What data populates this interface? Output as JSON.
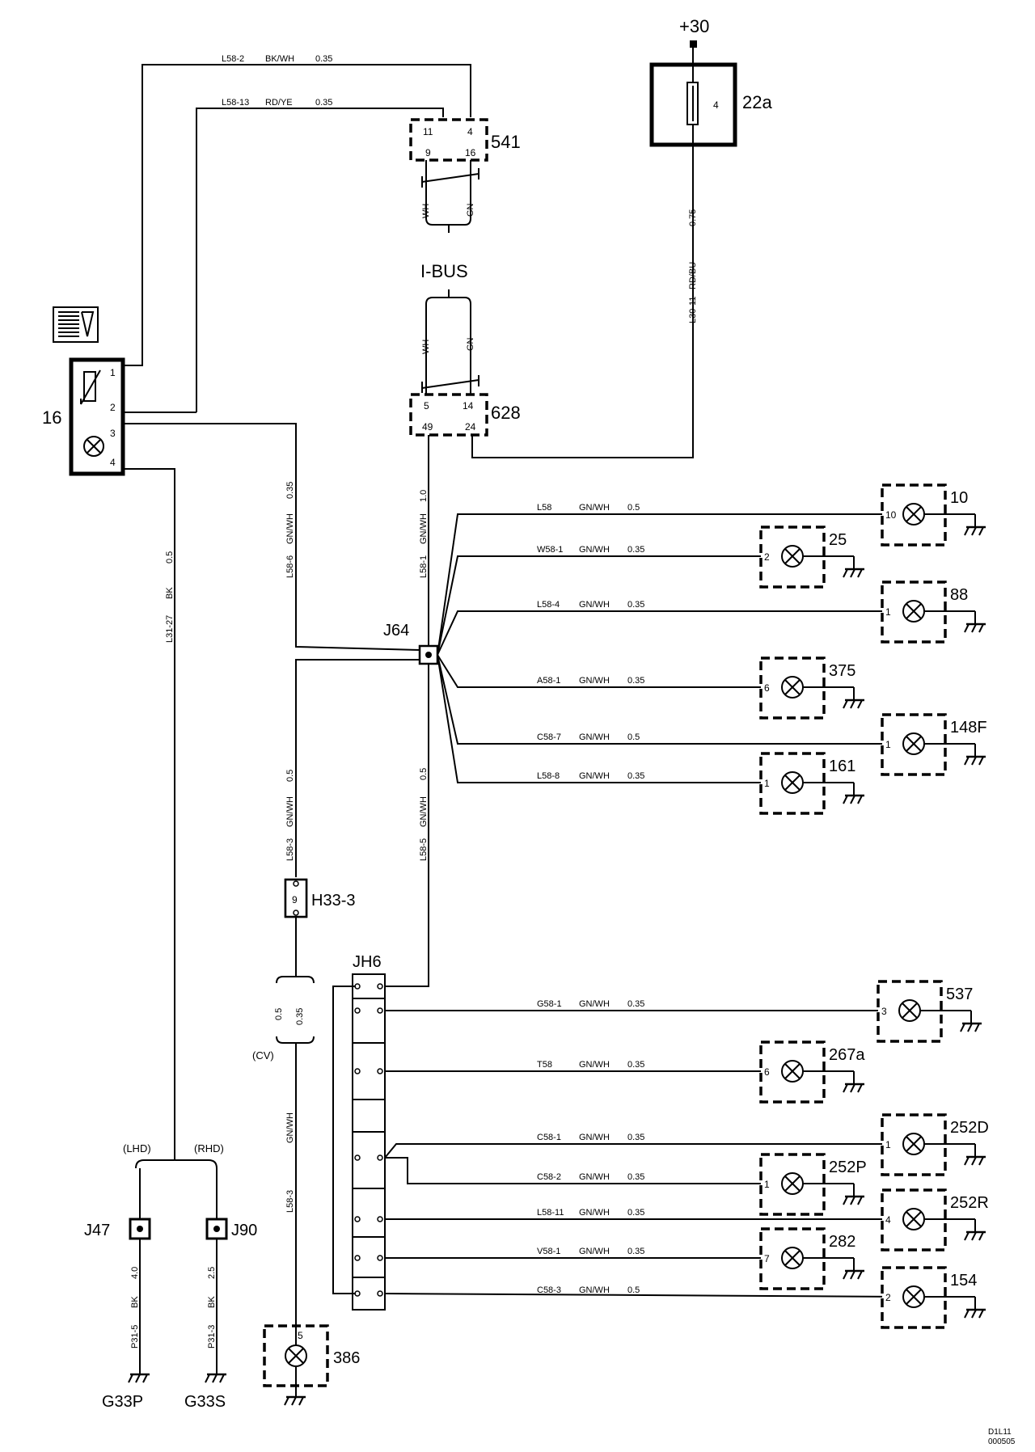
{
  "supply": "+30",
  "fuse": {
    "ref": "22a",
    "pin": "4"
  },
  "feed_wire": {
    "id": "L30-11",
    "color": "RD/BU",
    "size": "0.75"
  },
  "components": [
    {
      "ref": "16",
      "pins": [
        "1",
        "2",
        "3",
        "4"
      ]
    },
    {
      "ref": "541",
      "pins": [
        "11",
        "4",
        "9",
        "16"
      ]
    },
    {
      "ref": "628",
      "pins": [
        "5",
        "14",
        "49",
        "24"
      ]
    },
    {
      "ref": "J64"
    },
    {
      "ref": "H33-3",
      "pin": "9"
    },
    {
      "ref": "JH6"
    },
    {
      "ref": "J47"
    },
    {
      "ref": "J90"
    },
    {
      "ref": "G33P"
    },
    {
      "ref": "G33S"
    },
    {
      "ref": "386",
      "pin": "5"
    }
  ],
  "bus": {
    "label": "I-BUS",
    "wire_a": "WH",
    "wire_b": "GN"
  },
  "wires_top": [
    {
      "id": "L58-2",
      "color": "BK/WH",
      "size": "0.35"
    },
    {
      "id": "L58-13",
      "color": "RD/YE",
      "size": "0.35"
    }
  ],
  "wires_vertical": [
    {
      "id": "L58-6",
      "color": "GN/WH",
      "size": "0.35"
    },
    {
      "id": "L58-1",
      "color": "GN/WH",
      "size": "1.0"
    },
    {
      "id": "L31-27",
      "color": "BK",
      "size": "0.5"
    },
    {
      "id": "L58-3",
      "color": "GN/WH",
      "size": "0.5"
    },
    {
      "id": "L58-5",
      "color": "GN/WH",
      "size": "0.5"
    },
    {
      "id": "L58-3",
      "color": "GN/WH",
      "size": ""
    },
    {
      "id": "P31-5",
      "color": "BK",
      "size": "4.0"
    },
    {
      "id": "P31-3",
      "color": "BK",
      "size": "2.5"
    }
  ],
  "cv_label": "(CV)",
  "cv_sizes": [
    "0.5",
    "0.35"
  ],
  "lhd": "(LHD)",
  "rhd": "(RHD)",
  "lamps_j64": [
    {
      "ref": "10",
      "pin": "10",
      "wire": "L58",
      "color": "GN/WH",
      "size": "0.5"
    },
    {
      "ref": "25",
      "pin": "2",
      "wire": "W58-1",
      "color": "GN/WH",
      "size": "0.35"
    },
    {
      "ref": "88",
      "pin": "1",
      "wire": "L58-4",
      "color": "GN/WH",
      "size": "0.35"
    },
    {
      "ref": "375",
      "pin": "6",
      "wire": "A58-1",
      "color": "GN/WH",
      "size": "0.35"
    },
    {
      "ref": "148F",
      "pin": "1",
      "wire": "C58-7",
      "color": "GN/WH",
      "size": "0.5"
    },
    {
      "ref": "161",
      "pin": "1",
      "wire": "L58-8",
      "color": "GN/WH",
      "size": "0.35"
    }
  ],
  "lamps_jh6": [
    {
      "ref": "537",
      "pin": "3",
      "wire": "G58-1",
      "color": "GN/WH",
      "size": "0.35"
    },
    {
      "ref": "267a",
      "pin": "6",
      "wire": "T58",
      "color": "GN/WH",
      "size": "0.35"
    },
    {
      "ref": "252D",
      "pin": "1",
      "wire": "C58-1",
      "color": "GN/WH",
      "size": "0.35"
    },
    {
      "ref": "252P",
      "pin": "1",
      "wire": "C58-2",
      "color": "GN/WH",
      "size": "0.35"
    },
    {
      "ref": "252R",
      "pin": "4",
      "wire": "L58-11",
      "color": "GN/WH",
      "size": "0.35"
    },
    {
      "ref": "282",
      "pin": "7",
      "wire": "V58-1",
      "color": "GN/WH",
      "size": "0.35"
    },
    {
      "ref": "154",
      "pin": "2",
      "wire": "C58-3",
      "color": "GN/WH",
      "size": "0.5"
    }
  ],
  "doc_ref": [
    "D1L11",
    "000505"
  ]
}
